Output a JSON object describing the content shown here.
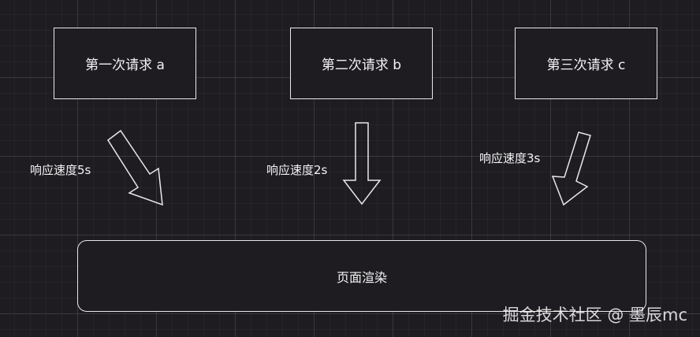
{
  "requests": [
    {
      "label": "第一次请求 a"
    },
    {
      "label": "第二次请求 b"
    },
    {
      "label": "第三次请求 c"
    }
  ],
  "speeds": [
    {
      "label": "响应速度5s"
    },
    {
      "label": "响应速度2s"
    },
    {
      "label": "响应速度3s"
    }
  ],
  "render": {
    "label": "页面渲染"
  },
  "watermark": {
    "text": "掘金技术社区 @ 墨辰mc"
  },
  "colors": {
    "background": "#1e1c21",
    "stroke": "#e8e8e8",
    "text": "#f2f2f2"
  }
}
